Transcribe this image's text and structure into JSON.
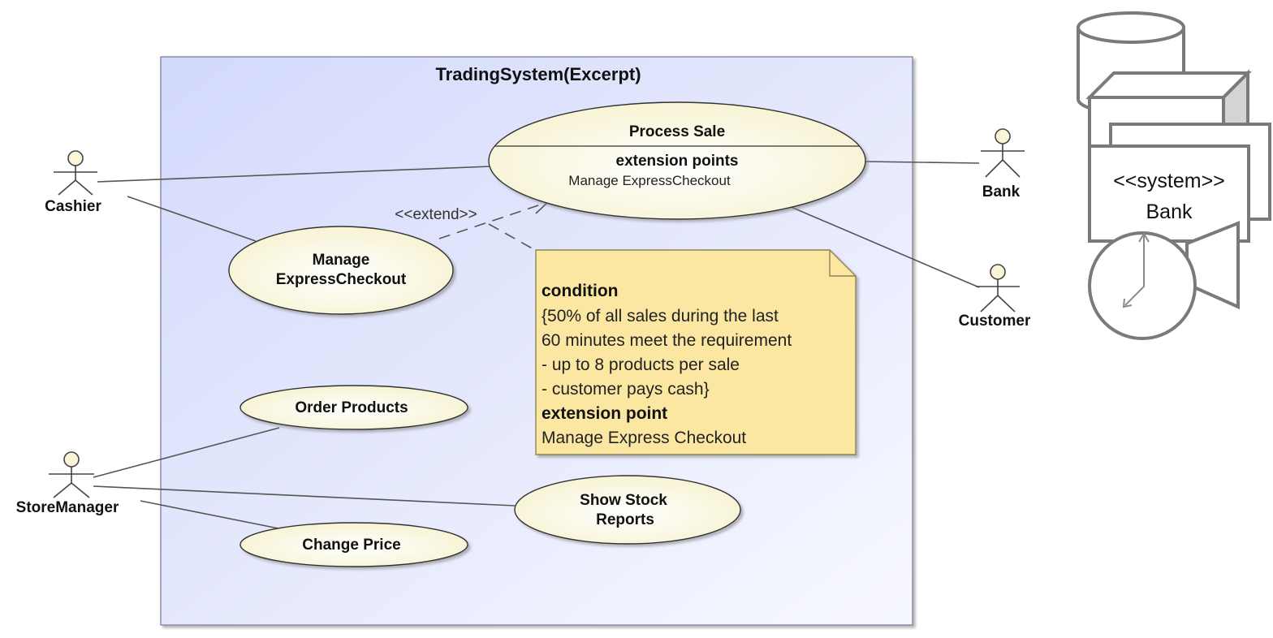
{
  "system": {
    "title": "TradingSystem(Excerpt)"
  },
  "actors": {
    "cashier": "Cashier",
    "store_manager": "StoreManager",
    "bank": "Bank",
    "customer": "Customer"
  },
  "use_cases": {
    "process_sale": {
      "name": "Process Sale",
      "ext_header": "extension points",
      "ext_point": "Manage ExpressCheckout"
    },
    "manage_express_checkout": {
      "line1": "Manage",
      "line2": "ExpressCheckout"
    },
    "order_products": "Order Products",
    "show_stock_reports": {
      "line1": "Show Stock",
      "line2": "Reports"
    },
    "change_price": "Change Price"
  },
  "relationships": {
    "extend_label": "<<extend>>"
  },
  "note": {
    "condition_header": "condition",
    "condition_lines": [
      "{50% of all sales during the last",
      "60 minutes meet the requirement",
      "- up to 8 products per sale",
      "- customer pays cash}"
    ],
    "extension_point_header": "extension point",
    "extension_point_value": "Manage Express Checkout"
  },
  "system_icon": {
    "stereotype": "<<system>>",
    "name": "Bank"
  },
  "colors": {
    "system_boundary_fill_start": "#d6dcfb",
    "system_boundary_fill_end": "#f6f7fe",
    "use_case_fill": "#fbf9dd",
    "note_fill": "#fbe6a2",
    "line": "#555555"
  }
}
